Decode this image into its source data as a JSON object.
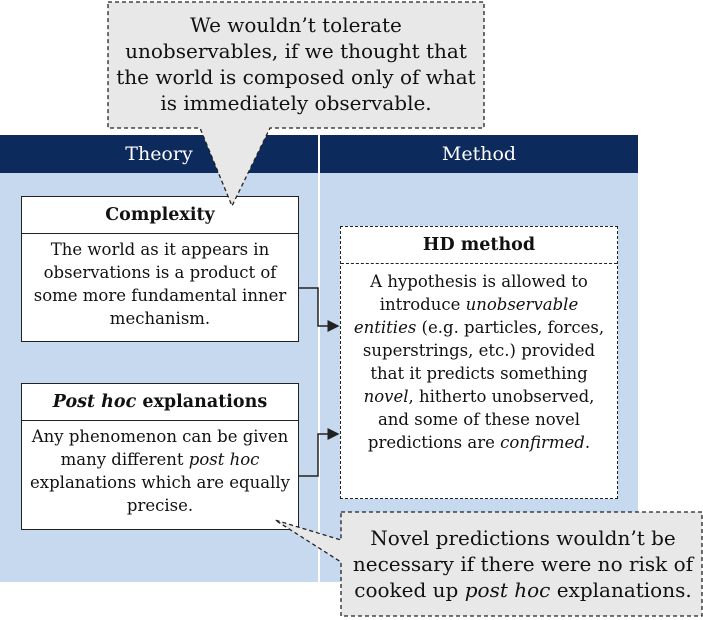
{
  "columns": {
    "theory_header": "Theory",
    "method_header": "Method"
  },
  "complexity_box": {
    "title": "Complexity",
    "body": "The world as it appears in observations is a product of some more fundamental inner mechanism."
  },
  "post_hoc_box": {
    "title_em": "Post hoc",
    "title_rest": " explanations",
    "body_part1": "Any phenomenon can be given many different ",
    "body_em": "post hoc",
    "body_part2": " explanations which are equally precise."
  },
  "hd_box": {
    "title": "HD method",
    "body_1": "A hypothesis is allowed to introduce ",
    "body_em1": "unobservable entities",
    "body_2": " (e.g. particles, forces, superstrings, etc.) provided that it predicts something ",
    "body_em2": "novel",
    "body_3": ", hitherto unobserved, and some of these novel predictions are ",
    "body_em3": "confirmed",
    "body_4": "."
  },
  "top_callout": {
    "text": "We wouldn’t tolerate unobservables, if we thought that the world is composed only of what is immediately observable."
  },
  "bottom_callout": {
    "text_1": "Novel predictions wouldn’t be necessary if there were no risk of cooked up ",
    "text_em": "post hoc",
    "text_2": " explanations."
  },
  "colors": {
    "header_bg": "#0c2a5b",
    "panel_bg": "#c7d9ef",
    "callout_bg": "#e8e8e8"
  }
}
